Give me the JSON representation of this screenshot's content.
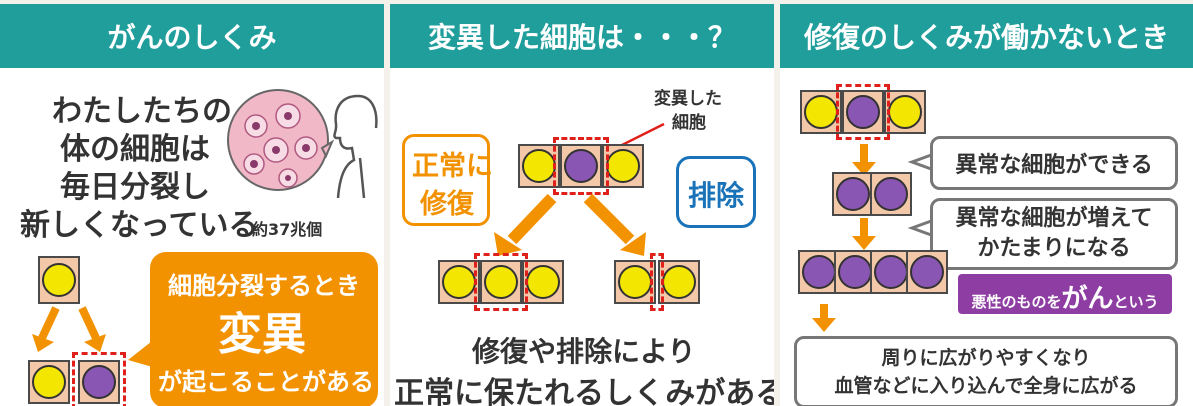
{
  "panels": [
    {
      "title": "がんのしくみ",
      "intro_lines": [
        "わたしたちの",
        "体の細胞は",
        "毎日分裂し",
        "新しくなっている"
      ],
      "cell_count": "約37兆個",
      "callout": {
        "line1": "細胞分裂するとき",
        "big": "変異",
        "line3": "が起こることがある"
      }
    },
    {
      "title": "変異した細胞は・・・？",
      "mutated_label": [
        "変異した",
        "細胞"
      ],
      "repair_label": [
        "正常に",
        "修復"
      ],
      "exclude_label": "排除",
      "bottom_lines": [
        "修復や排除により",
        "正常に保たれるしくみがある"
      ]
    },
    {
      "title": "修復のしくみが働かないとき",
      "step1": "異常な細胞ができる",
      "step2": [
        "異常な細胞が増えて",
        "かたまりになる"
      ],
      "cancer_note": {
        "before": "悪性のものを",
        "big": "がん",
        "after": "という"
      },
      "step3": [
        "周りに広がりやすくなり",
        "血管などに入り込んで全身に広がる"
      ]
    }
  ],
  "colors": {
    "header": "#1f9e9c",
    "orange": "#f39200",
    "blue": "#1a73b8",
    "purple": "#8e3ea3",
    "nucleus_normal": "#f3e600",
    "nucleus_abnormal": "#8a56b4",
    "cell": "#f2c8a8",
    "dash_red": "#e0201a"
  },
  "icons": [
    "magnified-cells-illustration",
    "person-outline-icon"
  ]
}
